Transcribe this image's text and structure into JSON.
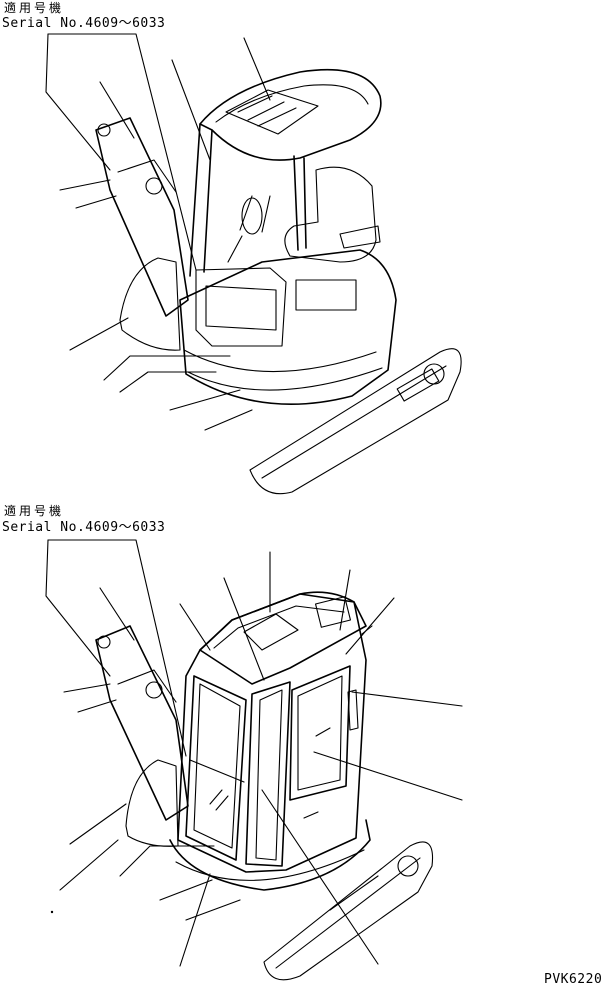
{
  "top_view": {
    "applicability_label": "適用号機",
    "serial_label": "Serial No.4609～6033"
  },
  "bottom_view": {
    "applicability_label": "適用号機",
    "serial_label": "Serial No.4609～6033"
  },
  "figure_code": "PVK6220"
}
